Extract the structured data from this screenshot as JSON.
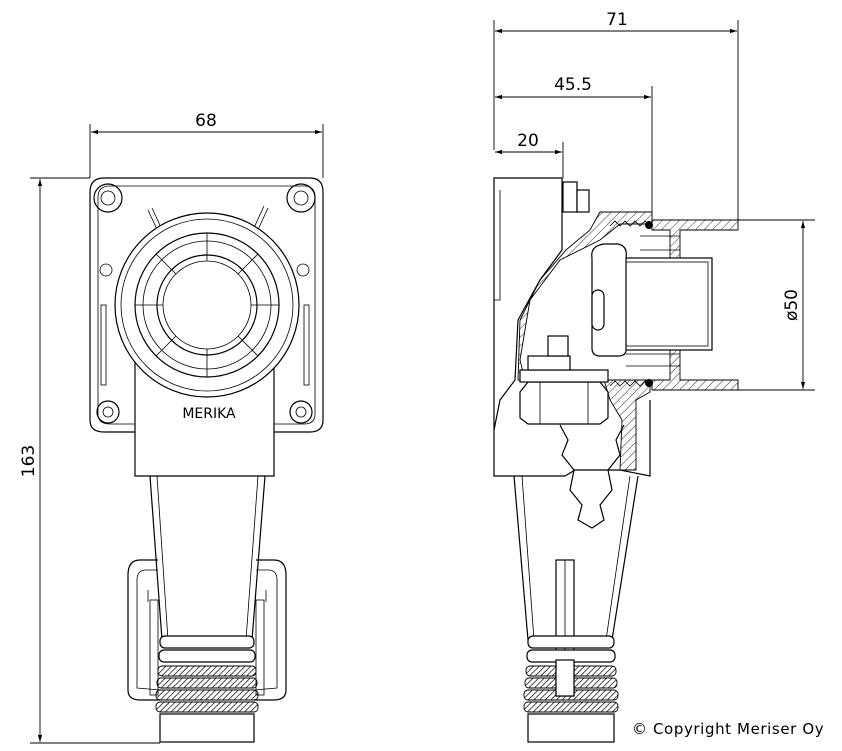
{
  "front_view": {
    "width_dim": "68",
    "height_dim": "163",
    "brand_label": "MERIKA"
  },
  "side_view": {
    "overall_depth_dim": "71",
    "mid_depth_dim": "45.5",
    "wall_depth_dim": "20",
    "diameter_dim": "ø50"
  },
  "footer": {
    "copyright": "© Copyright Meriser Oy"
  }
}
